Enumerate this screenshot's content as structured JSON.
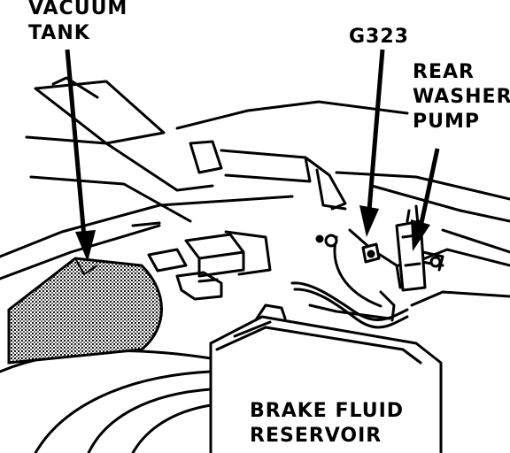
{
  "labels": {
    "vacuum_tank": [
      "VACUUM",
      "TANK"
    ],
    "ground_point": "G323",
    "rear_washer_pump": [
      "REAR",
      "WASHER",
      "PUMP"
    ],
    "brake_fluid_reservoir": [
      "BRAKE FLUID",
      "RESERVOIR"
    ]
  },
  "colors": {
    "ink": "#000000",
    "paper": "#ffffff"
  }
}
